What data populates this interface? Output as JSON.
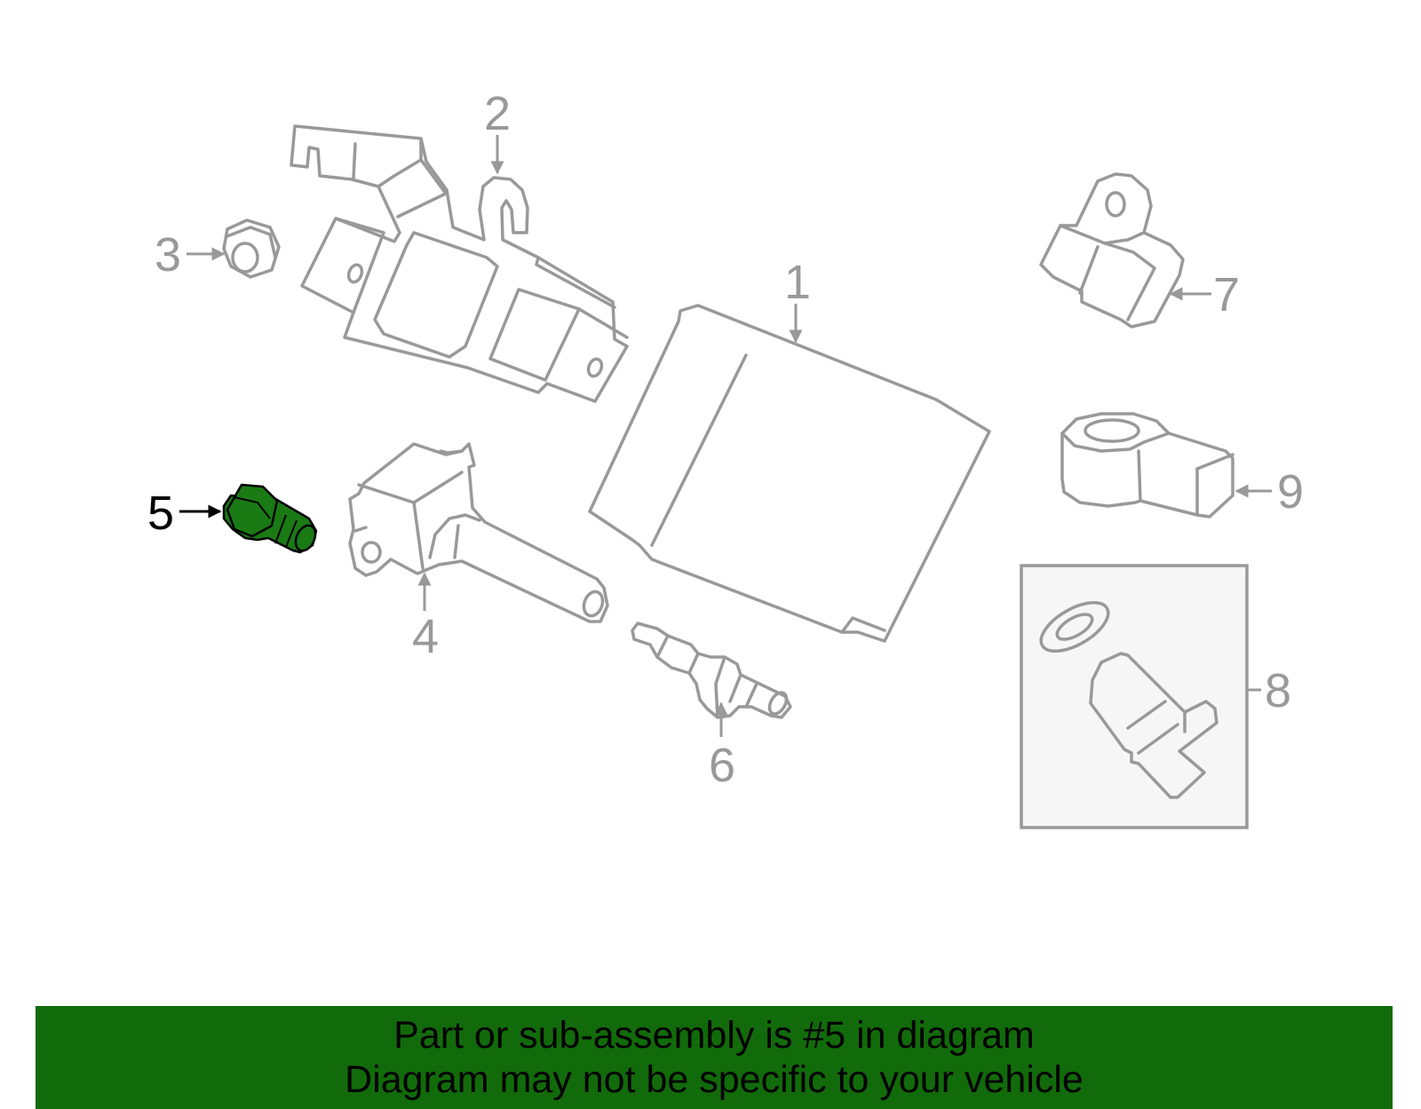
{
  "colors": {
    "part_stroke": "#999999",
    "highlight_fill": "#1a7a14",
    "banner_background": "#126b0a",
    "banner_text": "#000000"
  },
  "callouts": {
    "c1": "1",
    "c2": "2",
    "c3": "3",
    "c4": "4",
    "c5": "5",
    "c6": "6",
    "c7": "7",
    "c8": "8",
    "c9": "9"
  },
  "highlighted_part": "5",
  "banner": {
    "line1": "Part or sub-assembly is #5 in diagram",
    "line2": "Diagram may not be specific to your vehicle"
  }
}
